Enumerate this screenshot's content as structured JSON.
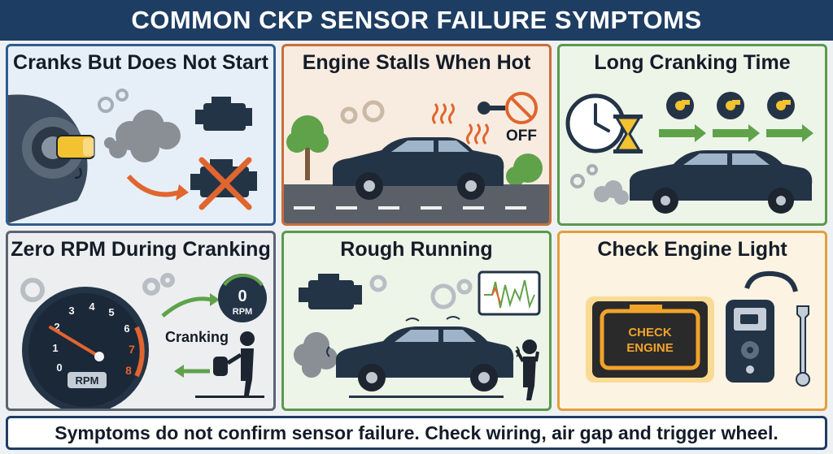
{
  "title": "COMMON CKP SENSOR FAILURE SYMPTOMS",
  "panels": [
    {
      "title": "Cranks But Does Not Start",
      "icons": [
        "ignition-key-icon",
        "exhaust-smoke-icon",
        "engine-icon",
        "engine-crossed-out-icon",
        "arrow-icon",
        "gear-icon"
      ]
    },
    {
      "title": "Engine Stalls When Hot",
      "off_label": "OFF",
      "icons": [
        "key-off-icon",
        "no-sign-icon",
        "heat-waves-icon",
        "car-icon",
        "tree-icon",
        "road-icon",
        "gear-icon"
      ]
    },
    {
      "title": "Long Cranking Time",
      "icons": [
        "clock-icon",
        "hourglass-icon",
        "key-turn-icon",
        "arrow-icon",
        "car-icon",
        "exhaust-smoke-icon",
        "gear-icon"
      ]
    },
    {
      "title": "Zero RPM During Cranking",
      "tach_label": "RPM",
      "tach_ticks": [
        "0",
        "1",
        "2",
        "3",
        "4",
        "5",
        "6",
        "7",
        "8"
      ],
      "gauge_value": "0",
      "gauge_unit": "RPM",
      "cranking_label": "Cranking",
      "icons": [
        "tachometer-icon",
        "rpm-gauge-icon",
        "person-turning-key-icon",
        "arrow-icon",
        "gear-icon"
      ]
    },
    {
      "title": "Rough Running",
      "icons": [
        "engine-icon",
        "waveform-monitor-icon",
        "shaking-car-icon",
        "exhaust-smoke-icon",
        "worried-person-icon",
        "gear-icon"
      ]
    },
    {
      "title": "Check Engine Light",
      "warning_line1": "CHECK",
      "warning_line2": "ENGINE",
      "icons": [
        "check-engine-light-icon",
        "obd-scanner-icon",
        "wrench-icon"
      ]
    }
  ],
  "footer": "Symptoms do not confirm sensor failure. Check wiring, air gap and trigger wheel.",
  "colors": {
    "banner": "#1e3d63",
    "panel_blue": "#2f5c8f",
    "panel_orange": "#c96e3a",
    "panel_green": "#5a9a4c",
    "panel_gray": "#5c6470",
    "panel_amber": "#e1a03a",
    "icon_dark": "#243447",
    "danger": "#e0652f",
    "key_yellow": "#f2c230"
  }
}
